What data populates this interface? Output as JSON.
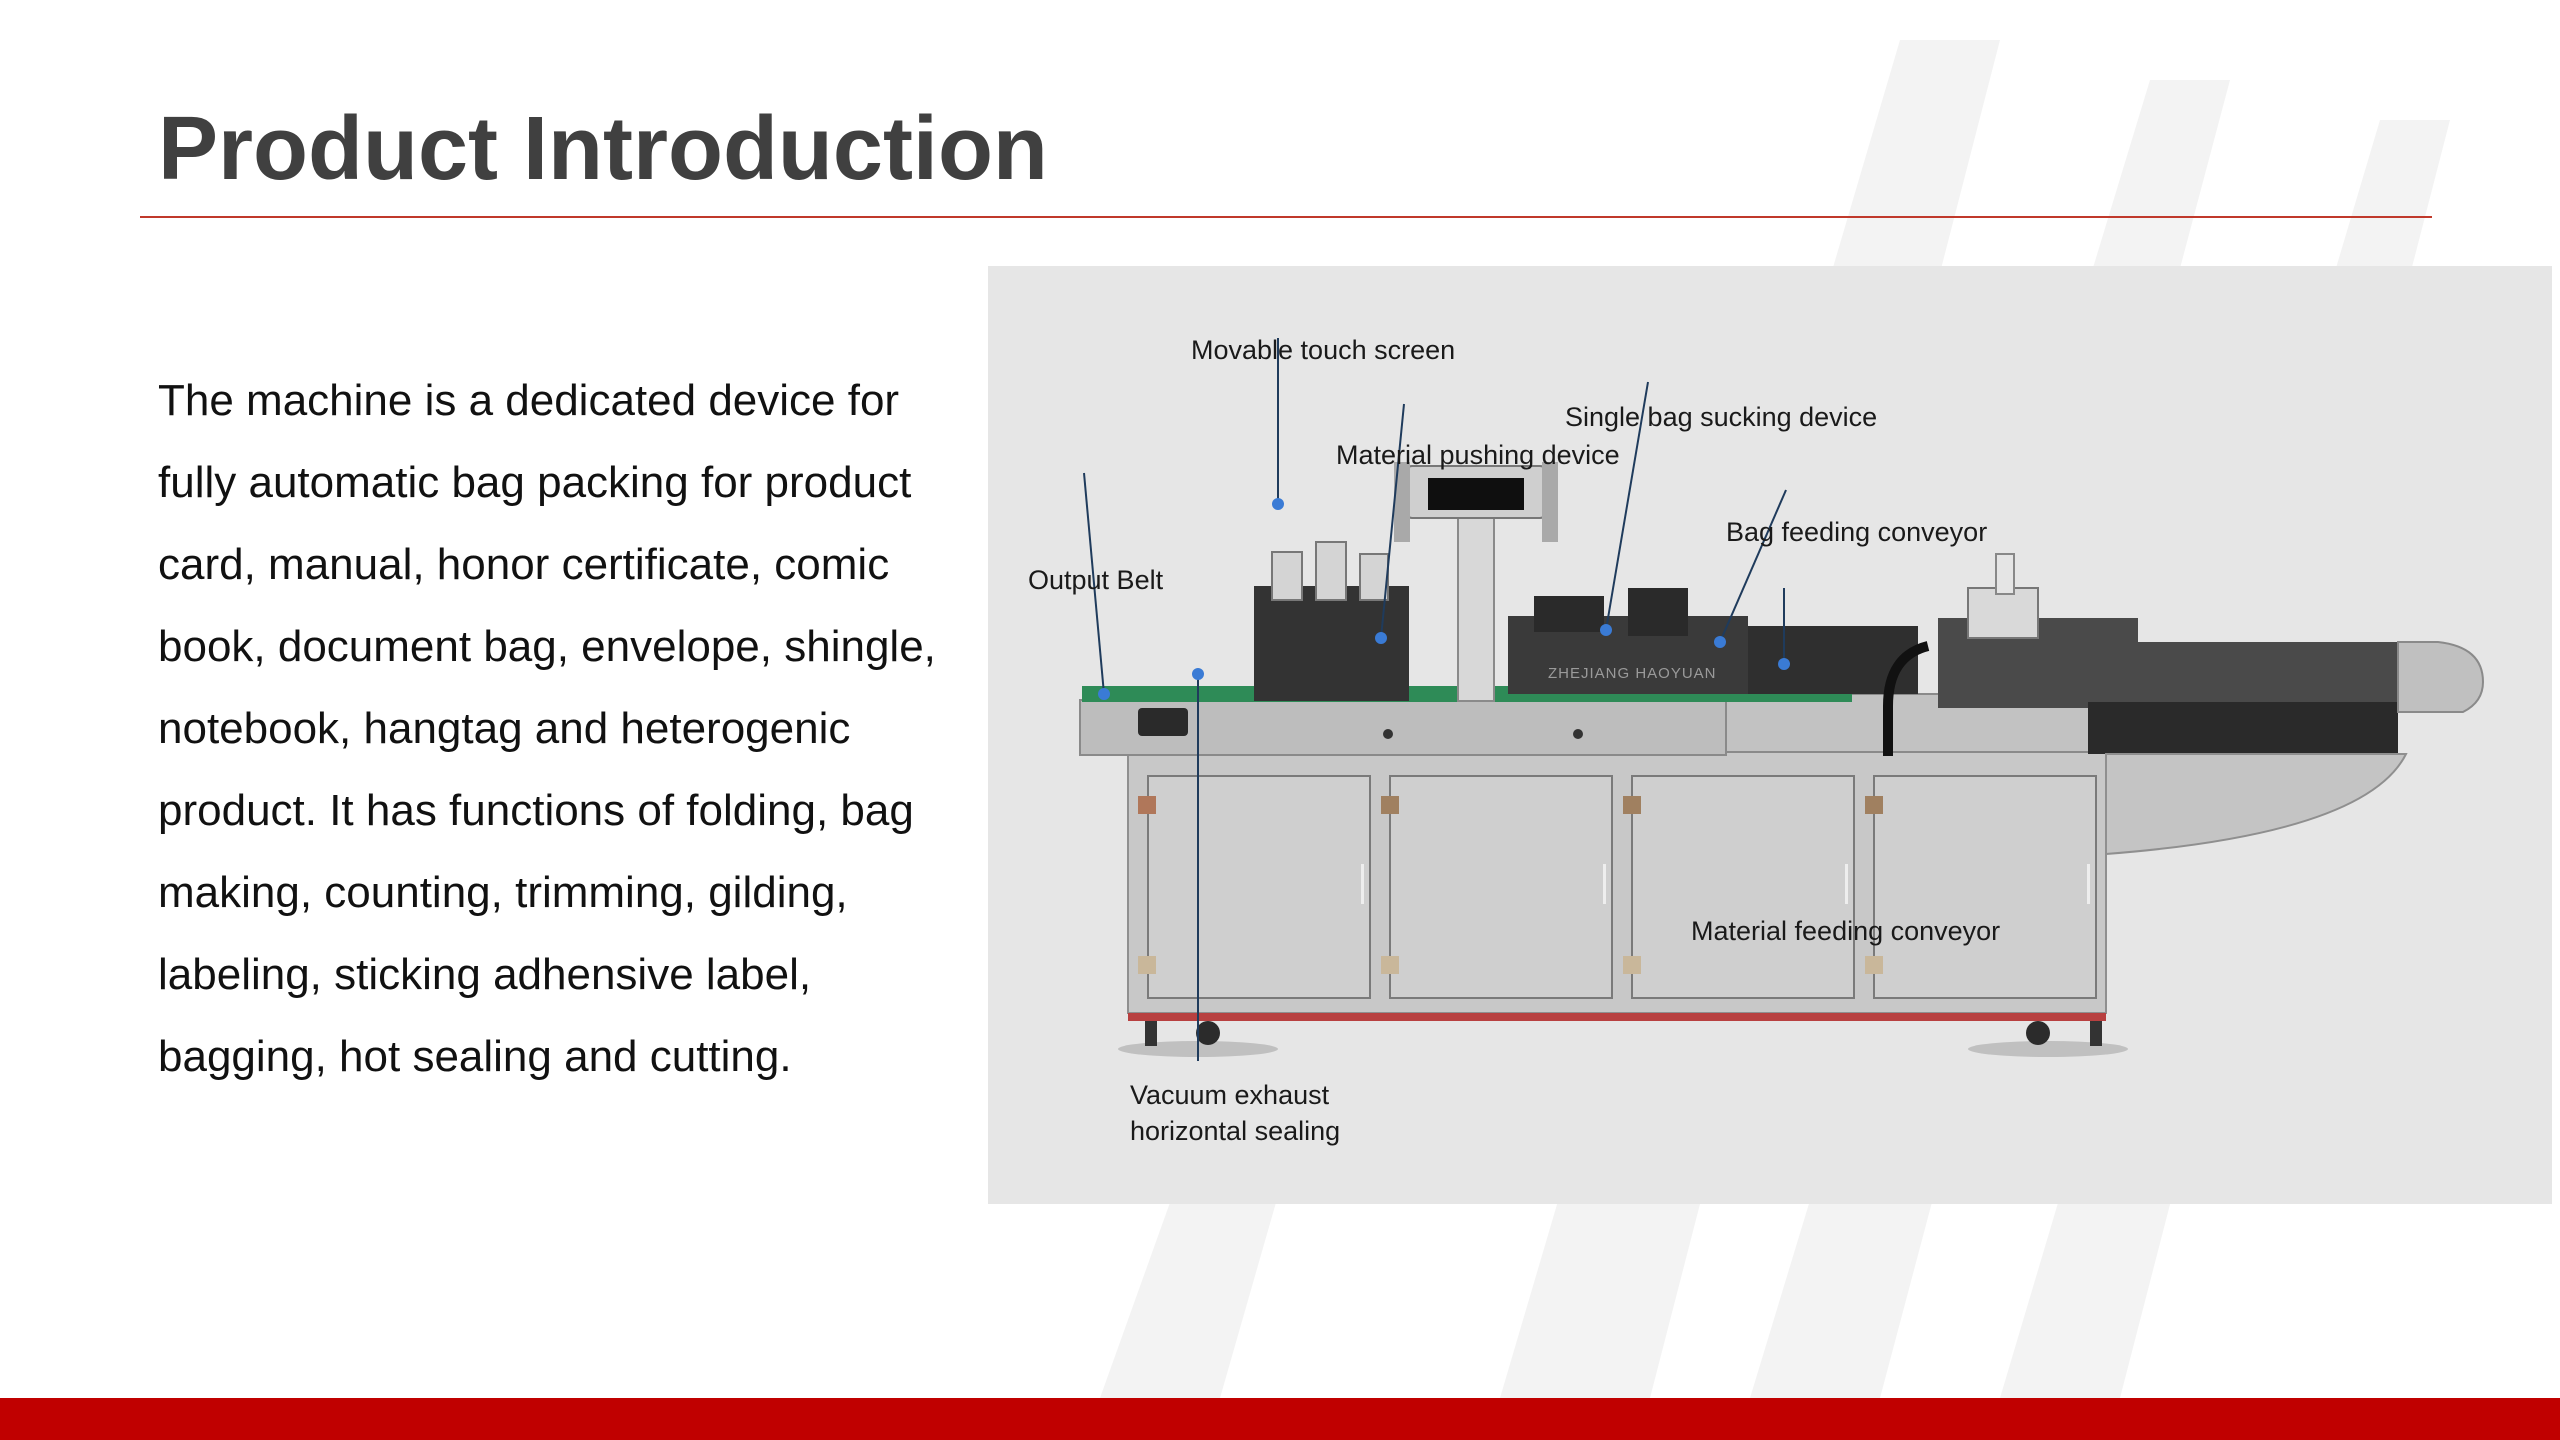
{
  "slide": {
    "title": "Product Introduction",
    "body_lines": [
      "The machine is a dedicated device for",
      "fully automatic bag packing for product",
      "card, manual, honor certificate, comic",
      "book, document bag, envelope, shingle,",
      "notebook, hangtag and heterogenic",
      "product. It has functions of folding, bag",
      "making, counting, trimming, gilding,",
      "labeling, sticking adhensive label,",
      "bagging, hot sealing and cutting."
    ]
  },
  "diagram": {
    "callouts": {
      "touch_screen": "Movable touch screen",
      "material_pushing": "Material pushing device",
      "single_bag": "Single bag sucking device",
      "bag_feeding": "Bag feeding conveyor",
      "output_belt": "Output Belt",
      "material_feeding": "Material feeding conveyor",
      "vacuum_line1": "Vacuum exhaust",
      "vacuum_line2": "horizontal sealing"
    },
    "machine_logo_text": "ZHEJIANG HAOYUAN"
  },
  "colors": {
    "accent_red": "#c00000",
    "rule_red": "#c0392b",
    "title_gray": "#404040",
    "pointer_blue": "#3a7bd5"
  }
}
